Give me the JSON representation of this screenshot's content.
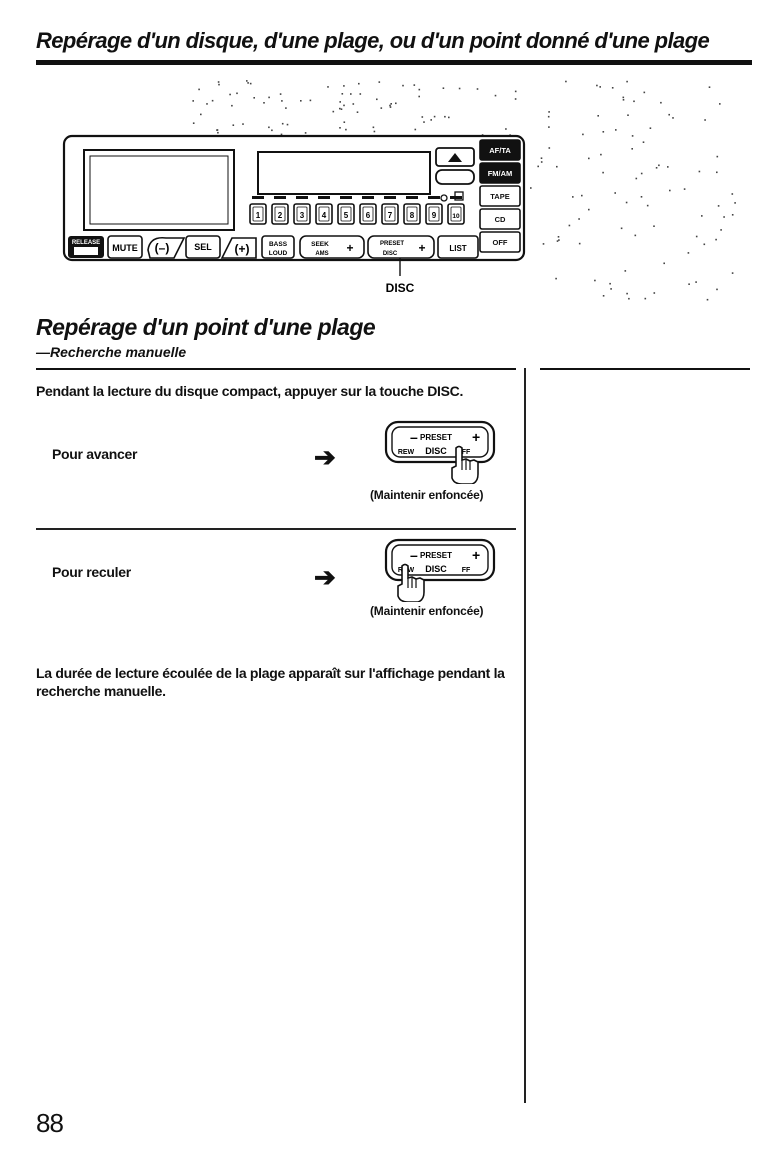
{
  "header": {
    "title": "Repérage d'un disque, d'une plage, ou d'un point donné d'une plage"
  },
  "device": {
    "right_buttons": [
      "AF/TA",
      "FM/AM",
      "TAPE",
      "CD",
      "OFF"
    ],
    "bottom_buttons": [
      "MUTE",
      "SEL",
      "BASS LOUD",
      "LIST"
    ],
    "preset_keys": [
      "1",
      "2",
      "3",
      "4",
      "5",
      "6",
      "7",
      "8",
      "9",
      "10"
    ],
    "seek_label": "SEEK",
    "ams_label": "AMS",
    "preset_label": "PRESET",
    "rew_label": "REW",
    "disc_small": "DISC",
    "ff_label": "FF",
    "release_label": "RELEASE",
    "callout_label": "DISC"
  },
  "section": {
    "title": "Repérage d'un point d'une plage",
    "subtitle": "—Recherche manuelle"
  },
  "intro": "Pendant la lecture du disque compact, appuyer sur la touche DISC.",
  "steps": [
    {
      "label": "Pour avancer",
      "note": "(Maintenir enfoncée)",
      "active_side": "ff"
    },
    {
      "label": "Pour reculer",
      "note": "(Maintenir enfoncée)",
      "active_side": "rew"
    }
  ],
  "button_labels": {
    "preset": "PRESET",
    "rew": "REW",
    "disc": "DISC",
    "ff": "FF"
  },
  "outro": "La durée de lecture écoulée de la plage apparaît sur l'affichage pendant la recherche manuelle.",
  "page_number": "88"
}
